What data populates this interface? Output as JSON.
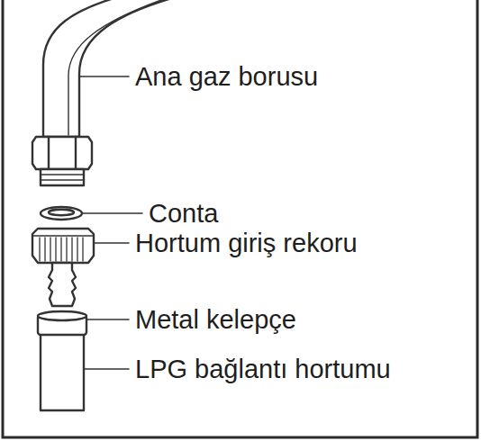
{
  "diagram": {
    "labels": [
      "Ana gaz borusu",
      "Conta",
      "Hortum giriş rekoru",
      "Metal kelepçe",
      "LPG bağlantı hortumu"
    ]
  }
}
